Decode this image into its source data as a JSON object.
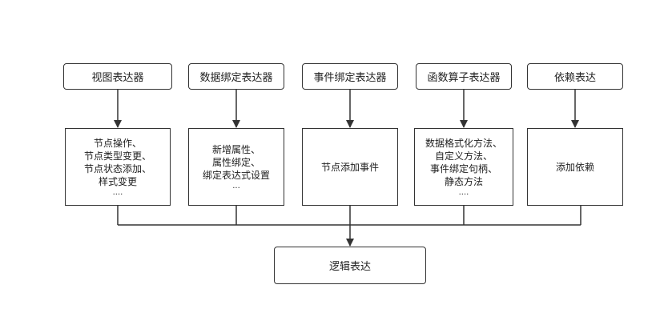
{
  "diagram": {
    "top_boxes": [
      {
        "label": "视图表达器"
      },
      {
        "label": "数据绑定表达器"
      },
      {
        "label": "事件绑定表达器"
      },
      {
        "label": "函数算子表达器"
      },
      {
        "label": "依赖表达"
      }
    ],
    "detail_boxes": [
      {
        "lines": [
          "节点操作、",
          "节点类型变更、",
          "节点状态添加、",
          "样式变更",
          "...."
        ]
      },
      {
        "lines": [
          "新增属性、",
          "属性绑定、",
          "绑定表达式设置",
          "..."
        ]
      },
      {
        "lines": [
          "节点添加事件"
        ]
      },
      {
        "lines": [
          "数据格式化方法、",
          "自定义方法、",
          "事件绑定句柄、",
          "静态方法",
          "...."
        ]
      },
      {
        "lines": [
          "添加依赖"
        ]
      }
    ],
    "result_box": {
      "label": "逻辑表达"
    }
  }
}
